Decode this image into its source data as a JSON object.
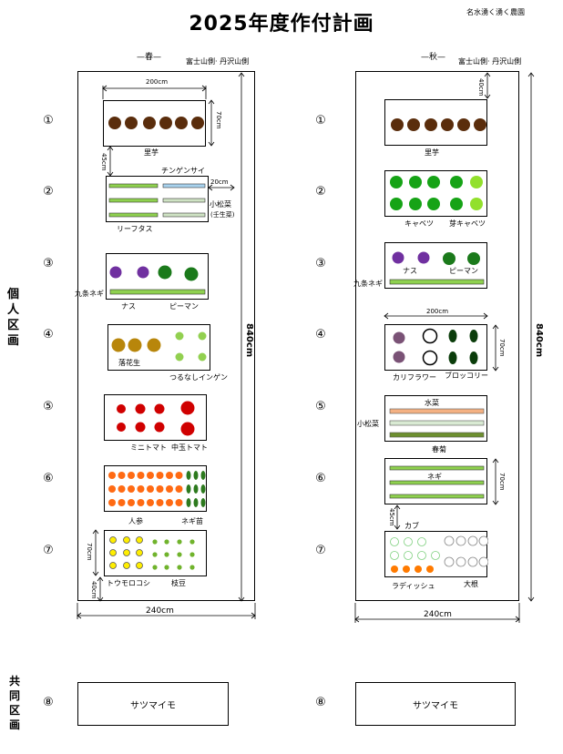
{
  "title": "2025年度作付計画",
  "farm_name": "名水湧く湧く農園",
  "section_labels": {
    "individual": "個人区画",
    "shared": "共同区画"
  },
  "plot_numbers": [
    "①",
    "②",
    "③",
    "④",
    "⑤",
    "⑥",
    "⑦",
    "⑧"
  ],
  "spring": {
    "header": "—春—",
    "side_note": "富士山側· 丹沢山側",
    "dims": {
      "bed_width": "200cm",
      "bed_height": "70cm",
      "gap": "45cm",
      "side_gap": "20cm",
      "bottom_gap": "40cm",
      "plot_height": "840cm",
      "plot_width": "240cm"
    },
    "beds": [
      {
        "labels": [
          "里芋"
        ]
      },
      {
        "labels": [
          "リーフタス",
          "チンゲンサイ",
          "小松菜",
          "(壬生菜)"
        ]
      },
      {
        "labels": [
          "九条ネギ",
          "ナス",
          "ピーマン"
        ]
      },
      {
        "labels": [
          "落花生",
          "つるなしインゲン"
        ]
      },
      {
        "labels": [
          "ミニトマト",
          "中玉トマト"
        ]
      },
      {
        "labels": [
          "人参",
          "ネギ苗"
        ]
      },
      {
        "labels": [
          "トウモロコシ",
          "枝豆"
        ]
      }
    ],
    "shared_plot": "サツマイモ"
  },
  "autumn": {
    "header": "—秋—",
    "side_note": "富士山側· 丹沢山側",
    "dims": {
      "top_gap": "40cm",
      "bed_width": "200cm",
      "bed_height": "70cm",
      "gap": "45cm",
      "plot_height": "840cm",
      "plot_width": "240cm"
    },
    "beds": [
      {
        "labels": [
          "里芋"
        ]
      },
      {
        "labels": [
          "キャベツ",
          "芽キャベツ"
        ]
      },
      {
        "labels": [
          "九条ネギ",
          "ナス",
          "ピーマン"
        ]
      },
      {
        "labels": [
          "カリフラワー",
          "ブロッコリー"
        ]
      },
      {
        "labels": [
          "水菜",
          "小松菜",
          "春菊"
        ]
      },
      {
        "labels": [
          "ネギ"
        ]
      },
      {
        "labels": [
          "カブ",
          "ラディッシュ",
          "大根"
        ]
      }
    ],
    "shared_plot": "サツマイモ"
  },
  "colors": {
    "taro": "#5a2d0c",
    "green_line": "#8fd14f",
    "blue_line": "#a9d3ee",
    "light_line": "#cfe3c4",
    "eggplant": "#7030a0",
    "pepper": "#1b7a1b",
    "peanut": "#b8860b",
    "bean": "#92d050",
    "tomato": "#d00000",
    "carrot": "#ff6a13",
    "onion_seedling": "#2d7a1e",
    "corn": "#ffee00",
    "edamame": "#70b32c",
    "cabbage": "#16a316",
    "brussels": "#92e02c",
    "cauliflower": "#7a5276",
    "broccoli": "#0b3d0b",
    "mizuna": "#f4b183",
    "komatsuna": "#d9ead3",
    "shungiku": "#6d8f2f",
    "radish": "#ff7a00",
    "turnip": "#7fd07f"
  }
}
